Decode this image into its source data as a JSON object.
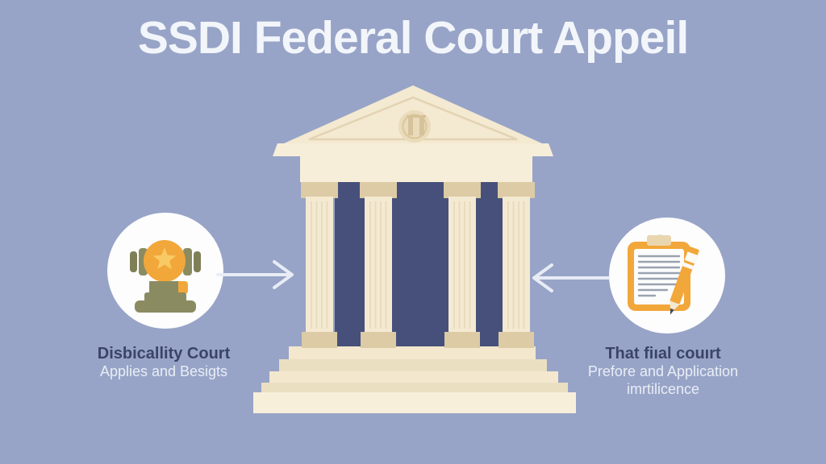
{
  "title": "SSDI Federal Court Appeil",
  "left_item": {
    "icon": "award-trophy-icon",
    "line1": "Disbicallity Court",
    "line2": "Applies and Besigts"
  },
  "right_item": {
    "icon": "clipboard-pencil-icon",
    "line1": "That fiıal couırt",
    "line2": "Prefore and Application",
    "line3": "imrtilicence"
  },
  "building": {
    "icon": "courthouse-illustration",
    "columns": 4,
    "steps": 5
  },
  "arrows": [
    "left-arrow-pointing-right",
    "right-arrow-pointing-left"
  ],
  "colors": {
    "background": "#97a4c7",
    "title_text": "#f2f5fa",
    "heading_text": "#3b4466",
    "body_text": "#e9edf5",
    "building_cream": "#f4e9d1",
    "building_cream_light": "#f7eed9",
    "building_tan": "#ddcba6",
    "building_navy": "#46507a",
    "accent_orange": "#f2a73a",
    "star_yellow": "#f9c963",
    "olive": "#8b8b62",
    "circle_white": "#fdfdfe",
    "arrow": "#e8ecf5"
  }
}
